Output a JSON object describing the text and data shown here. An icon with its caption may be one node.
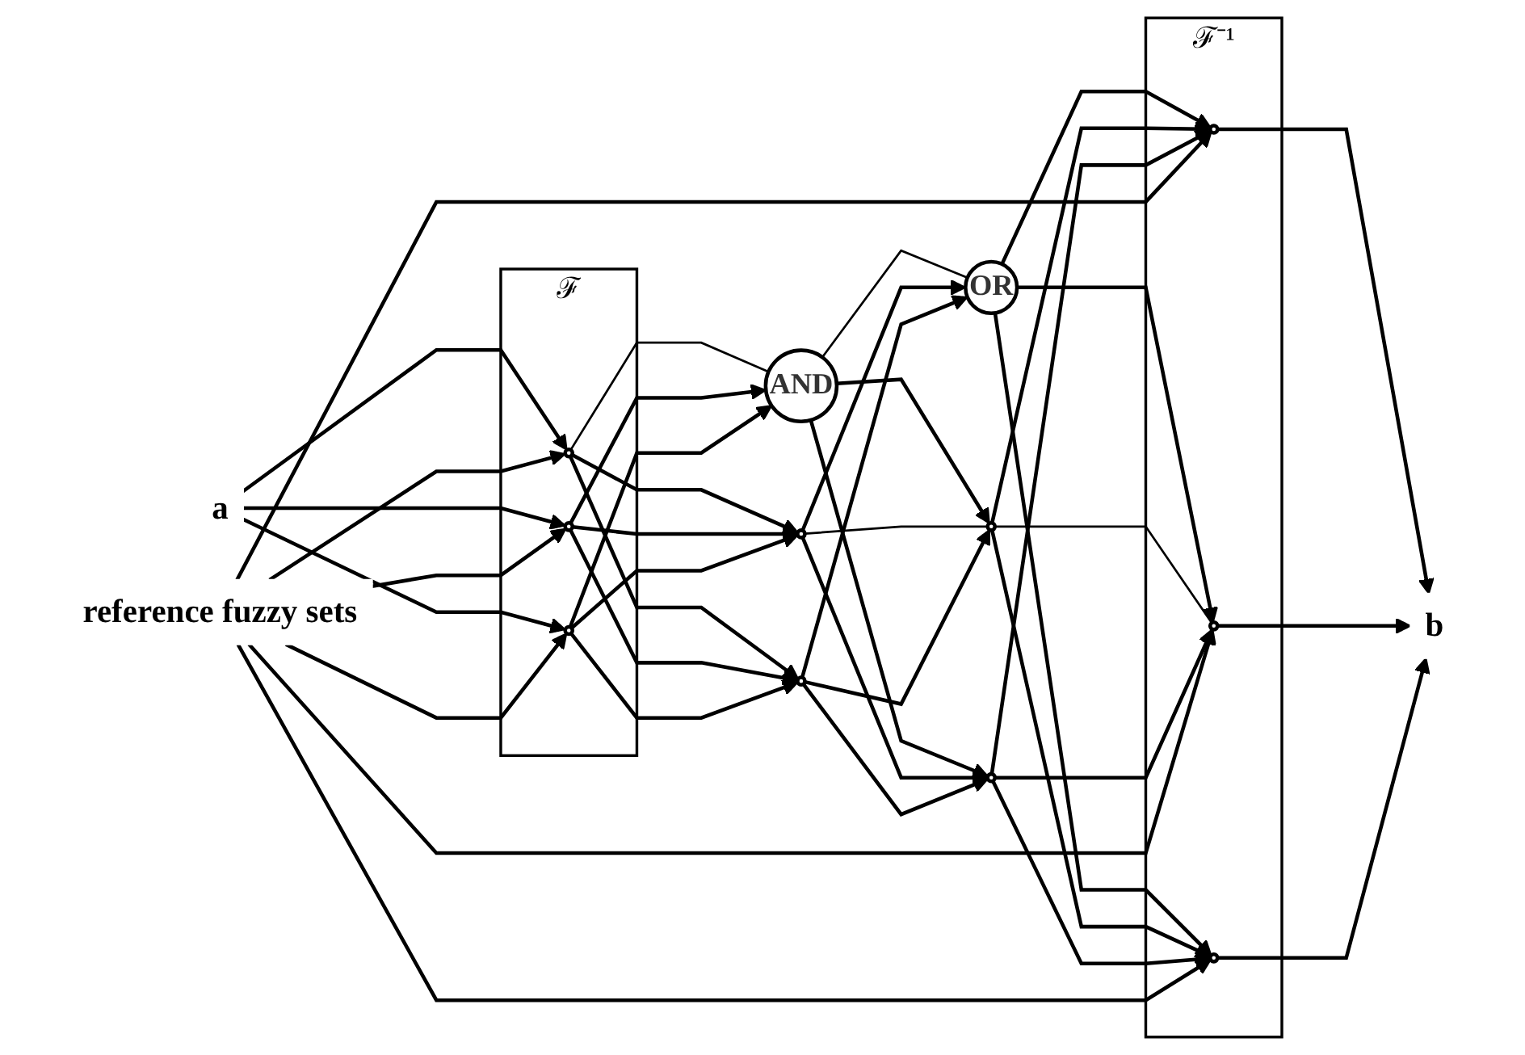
{
  "diagram": {
    "nodes": [
      {
        "text": [
          "a"
        ]
      },
      {
        "text": [
          "ℱ"
        ]
      },
      {
        "text": [],
        "shape": "circle",
        "in": 1
      },
      {
        "text": [],
        "shape": "circle",
        "in": 1
      },
      {
        "text": [],
        "shape": "circle",
        "in": 1
      },
      {
        "text": [
          "AND"
        ]
      },
      {
        "text": [],
        "shape": "circle"
      },
      {
        "text": [],
        "shape": "circle"
      },
      {
        "text": [
          "OR"
        ]
      },
      {
        "text": [],
        "shape": "circle"
      },
      {
        "text": [],
        "shape": "circle"
      },
      {
        "text": [
          "ℱ⁻¹"
        ]
      },
      {
        "text": [],
        "shape": "circle",
        "in": 11
      },
      {
        "text": [],
        "shape": "circle",
        "in": 11
      },
      {
        "text": [],
        "shape": "circle",
        "in": 11
      },
      {
        "text": [
          "b"
        ]
      },
      {
        "text": [
          "reference fuzzy sets"
        ]
      }
    ],
    "edges": [
      {
        "from": 0,
        "to": 2,
        "arrow": "to"
      },
      {
        "from": 0,
        "to": 3,
        "arrow": "to"
      },
      {
        "from": 0,
        "to": 4,
        "arrow": "to"
      },
      {
        "from": 2,
        "to": 5,
        "arrow": "none"
      },
      {
        "from": 2,
        "to": 6,
        "arrow": "to"
      },
      {
        "from": 2,
        "to": 7,
        "arrow": "to"
      },
      {
        "from": 3,
        "to": 5,
        "arrow": "to"
      },
      {
        "from": 3,
        "to": 6,
        "arrow": "to"
      },
      {
        "from": 3,
        "to": 7,
        "arrow": "to"
      },
      {
        "from": 4,
        "to": 5,
        "arrow": "to"
      },
      {
        "from": 4,
        "to": 6,
        "arrow": "to"
      },
      {
        "from": 4,
        "to": 7,
        "arrow": "to"
      },
      {
        "from": 5,
        "to": 8,
        "arrow": "none"
      },
      {
        "from": 5,
        "to": 9,
        "arrow": "to"
      },
      {
        "from": 5,
        "to": 10,
        "arrow": "to"
      },
      {
        "from": 6,
        "to": 8,
        "arrow": "to"
      },
      {
        "from": 6,
        "to": 9,
        "arrow": "none"
      },
      {
        "from": 6,
        "to": 10,
        "arrow": "to"
      },
      {
        "from": 7,
        "to": 8,
        "arrow": "to"
      },
      {
        "from": 7,
        "to": 9,
        "arrow": "to"
      },
      {
        "from": 7,
        "to": 10,
        "arrow": "to"
      },
      {
        "from": 8,
        "to": 12,
        "arrow": "to"
      },
      {
        "from": 8,
        "to": 13,
        "arrow": "to"
      },
      {
        "from": 8,
        "to": 14,
        "arrow": "to"
      },
      {
        "from": 9,
        "to": 12,
        "arrow": "to"
      },
      {
        "from": 9,
        "to": 13,
        "arrow": "none"
      },
      {
        "from": 9,
        "to": 14,
        "arrow": "to"
      },
      {
        "from": 10,
        "to": 12,
        "arrow": "to"
      },
      {
        "from": 10,
        "to": 13,
        "arrow": "to"
      },
      {
        "from": 10,
        "to": 14,
        "arrow": "to"
      },
      {
        "from": 12,
        "to": 15,
        "arrow": "to"
      },
      {
        "from": 13,
        "to": 15,
        "arrow": "to"
      },
      {
        "from": 14,
        "to": 15,
        "arrow": "to"
      },
      {
        "from": 16,
        "to": 2,
        "arrow": "to"
      },
      {
        "from": 16,
        "to": 3,
        "arrow": "to"
      },
      {
        "from": 16,
        "to": 4,
        "arrow": "to"
      },
      {
        "from": 16,
        "to": 12,
        "arrow": "to"
      },
      {
        "from": 16,
        "to": 13,
        "arrow": "to"
      },
      {
        "from": 16,
        "to": 14,
        "arrow": "to"
      }
    ]
  }
}
